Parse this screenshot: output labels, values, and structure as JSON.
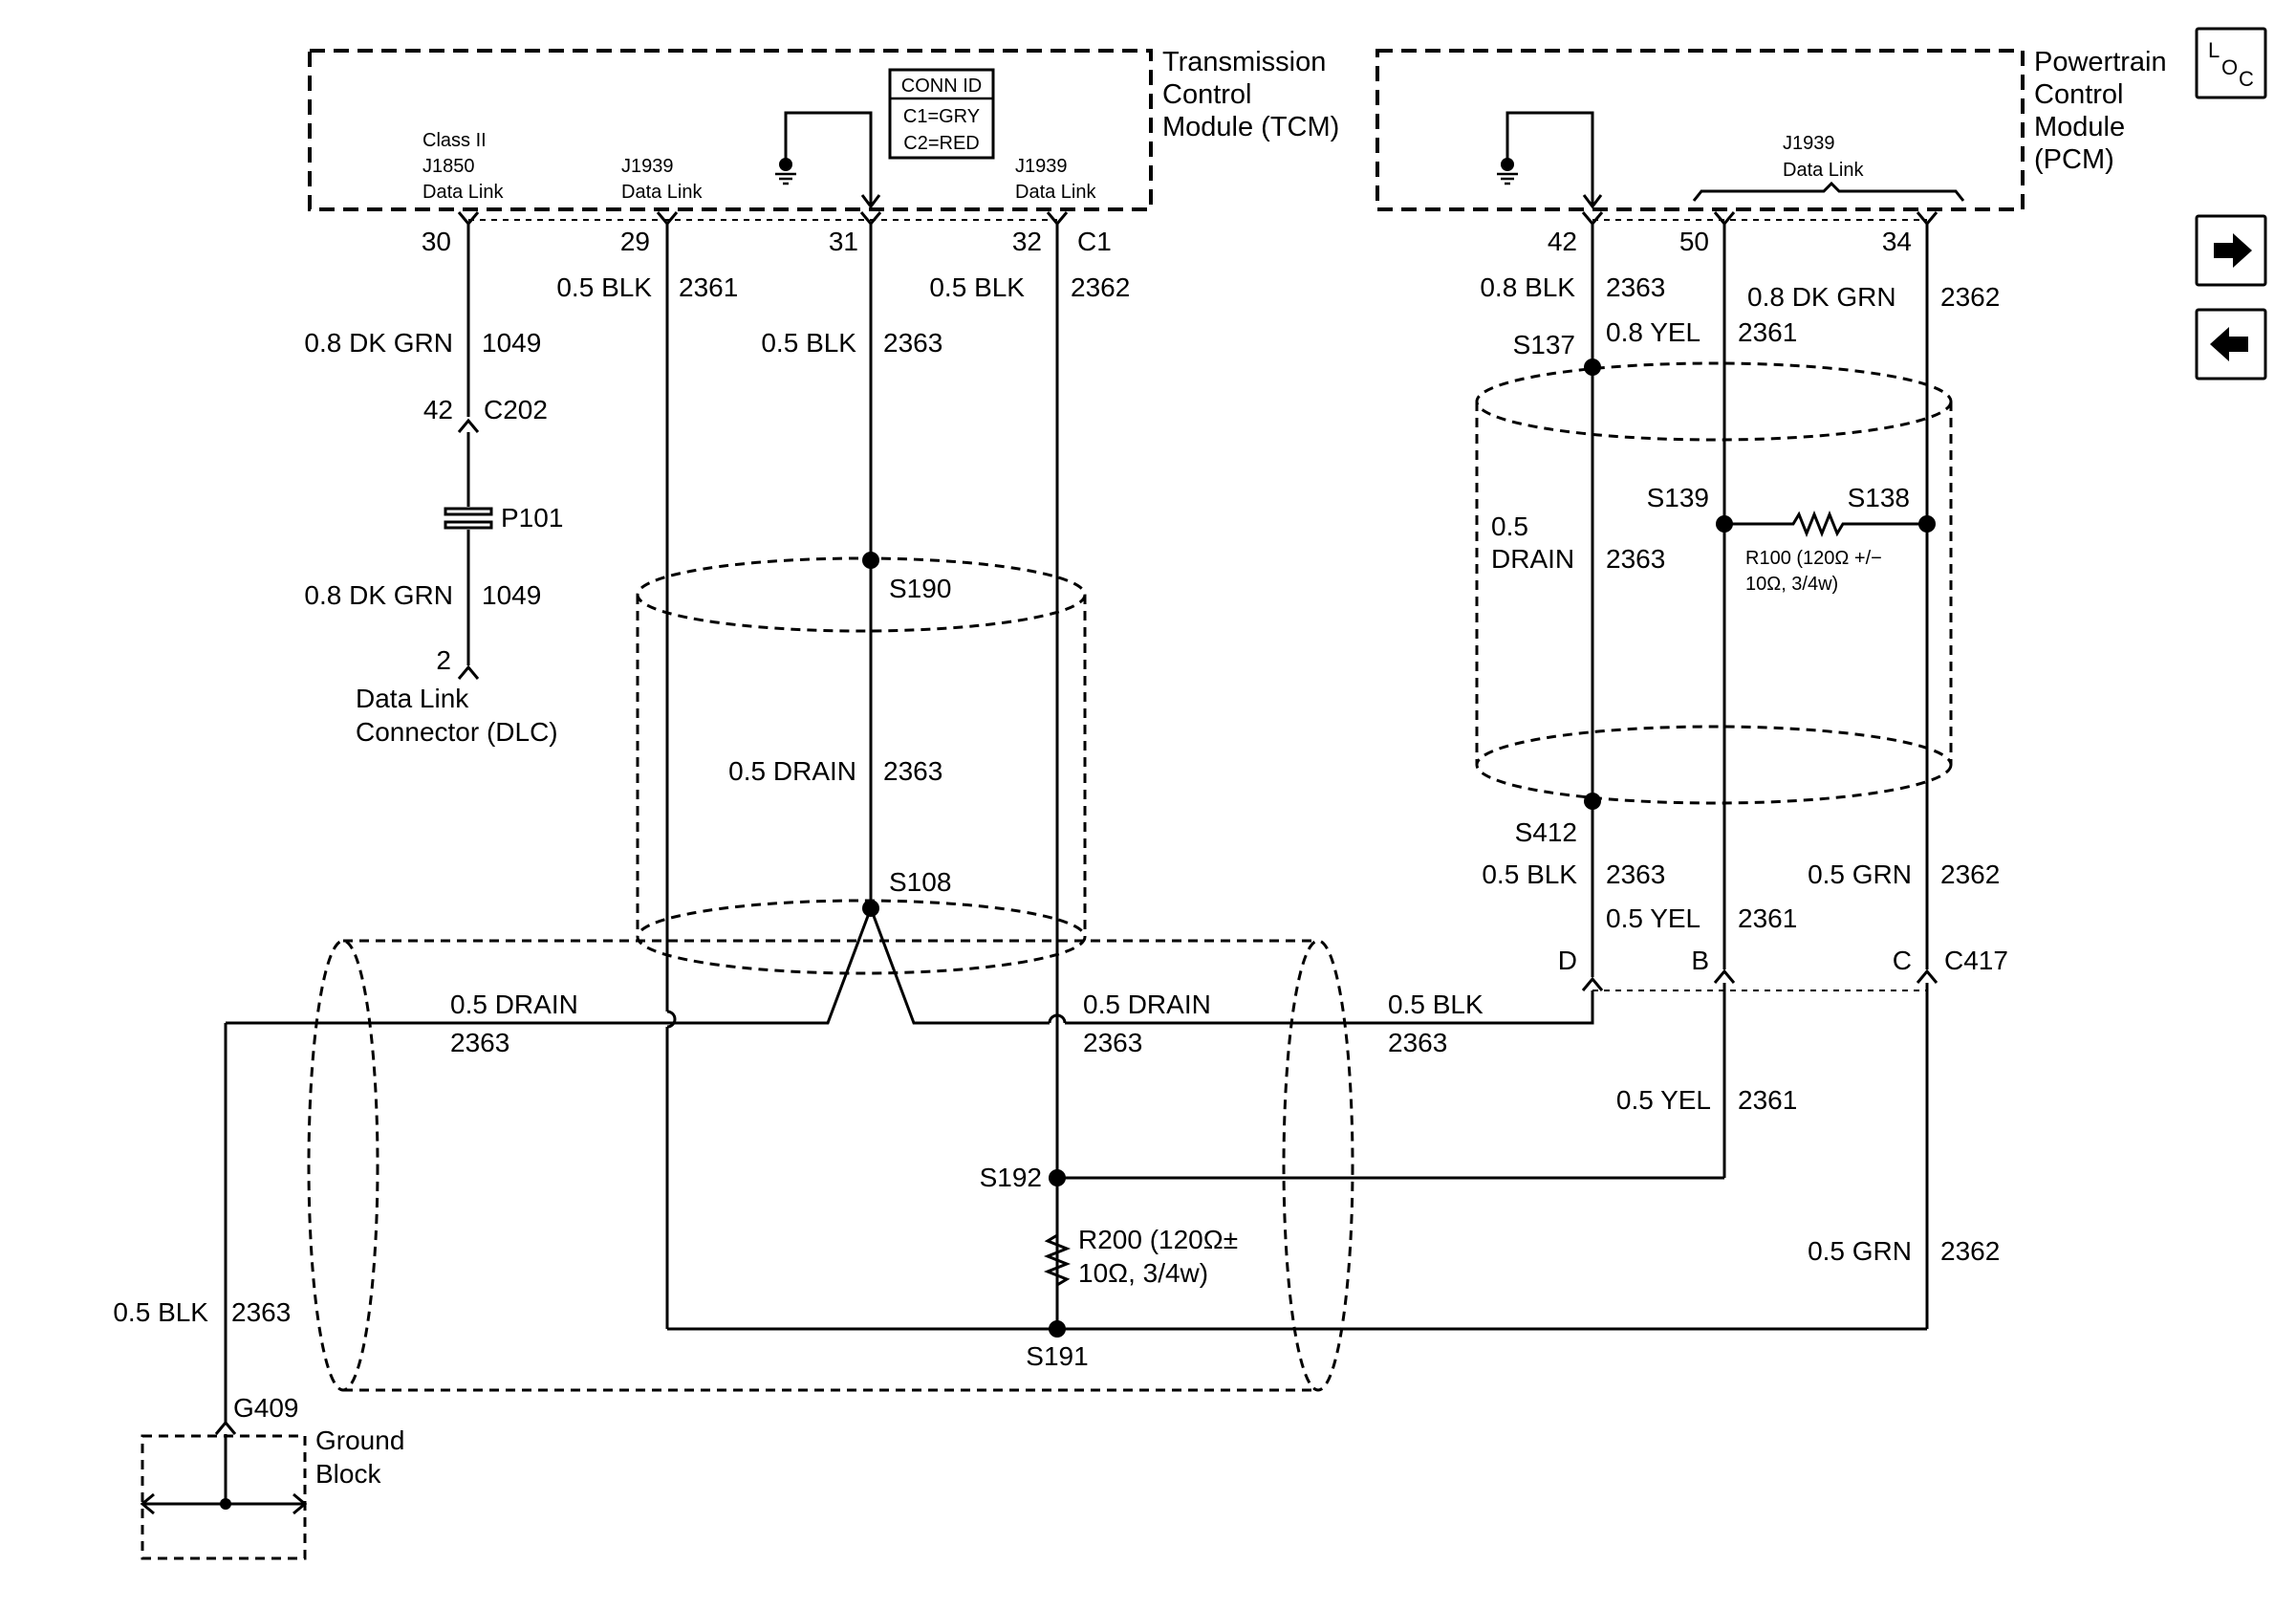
{
  "modules": {
    "tcm": [
      "Transmission",
      "Control",
      "Module (TCM)"
    ],
    "pcm": [
      "Powertrain",
      "Control",
      "Module",
      "(PCM)"
    ]
  },
  "nav": {
    "loc_l": "L",
    "loc_o": "O",
    "loc_c": "C",
    "next_symbol": "➔",
    "back_symbol": "←"
  },
  "tcm": {
    "conn_id_title": "CONN ID",
    "conn_c1": "C1=GRY",
    "conn_c2": "C2=RED",
    "class2_label": [
      "Class II",
      "J1850",
      "Data Link"
    ],
    "j1939_left_label": [
      "J1939",
      "Data Link"
    ],
    "j1939_right_label": [
      "J1939",
      "Data Link"
    ],
    "pins": {
      "p30": "30",
      "p29": "29",
      "p31": "31",
      "p32": "32",
      "conn": "C1"
    }
  },
  "pcm": {
    "j1939_label": [
      "J1939",
      "Data Link"
    ],
    "pins": {
      "p42": "42",
      "p50": "50",
      "p34": "34"
    }
  },
  "wires": {
    "w1049_top": {
      "size": "0.8 DK GRN",
      "circuit": "1049"
    },
    "c202": {
      "pin": "42",
      "name": "C202"
    },
    "p101": "P101",
    "w1049_bottom": {
      "size": "0.8 DK GRN",
      "circuit": "1049"
    },
    "dlc": {
      "pin": "2",
      "name": [
        "Data Link",
        "Connector (DLC)"
      ]
    },
    "tcm_29": {
      "size": "0.5 BLK",
      "circuit": "2361"
    },
    "tcm_31": {
      "size": "0.5 BLK",
      "circuit": "2363"
    },
    "tcm_32": {
      "size": "0.5 BLK",
      "circuit": "2362"
    },
    "drain_mid": {
      "size": "0.5 DRAIN",
      "circuit": "2363"
    },
    "drain_left": {
      "size": "0.5 DRAIN",
      "circuit": "2363"
    },
    "drain_right": {
      "size": "0.5 DRAIN",
      "circuit": "2363"
    },
    "blk_to_c417": {
      "size": "0.5 BLK",
      "circuit": "2363"
    },
    "ground_wire": {
      "size": "0.5 BLK",
      "circuit": "2363"
    },
    "pcm_42": {
      "size": "0.8 BLK",
      "circuit": "2363"
    },
    "pcm_50": {
      "size": "0.8 YEL",
      "circuit": "2361"
    },
    "pcm_34": {
      "size": "0.8 DK GRN",
      "circuit": "2362"
    },
    "pcm_drain": {
      "size_1": "0.5",
      "size_2": "DRAIN",
      "circuit": "2363"
    },
    "c417_blk": {
      "size": "0.5 BLK",
      "circuit": "2363"
    },
    "c417_yel": {
      "size": "0.5 YEL",
      "circuit": "2361"
    },
    "c417_grn": {
      "size": "0.5 GRN",
      "circuit": "2362"
    },
    "below_c417_yel": {
      "size": "0.5 YEL",
      "circuit": "2361"
    },
    "below_c417_grn": {
      "size": "0.5 GRN",
      "circuit": "2362"
    }
  },
  "splices": {
    "s190": "S190",
    "s108": "S108",
    "s192": "S192",
    "s191": "S191",
    "s137": "S137",
    "s139": "S139",
    "s138": "S138",
    "s412": "S412"
  },
  "resistors": {
    "r200": [
      "R200 (120Ω±",
      "10Ω, 3/4w)"
    ],
    "r100": [
      "R100 (120Ω +/−",
      "10Ω, 3/4w)"
    ]
  },
  "c417": {
    "name": "C417",
    "pin_d": "D",
    "pin_b": "B",
    "pin_c": "C"
  },
  "ground": {
    "name": "G409",
    "block": [
      "Ground",
      "Block"
    ]
  }
}
